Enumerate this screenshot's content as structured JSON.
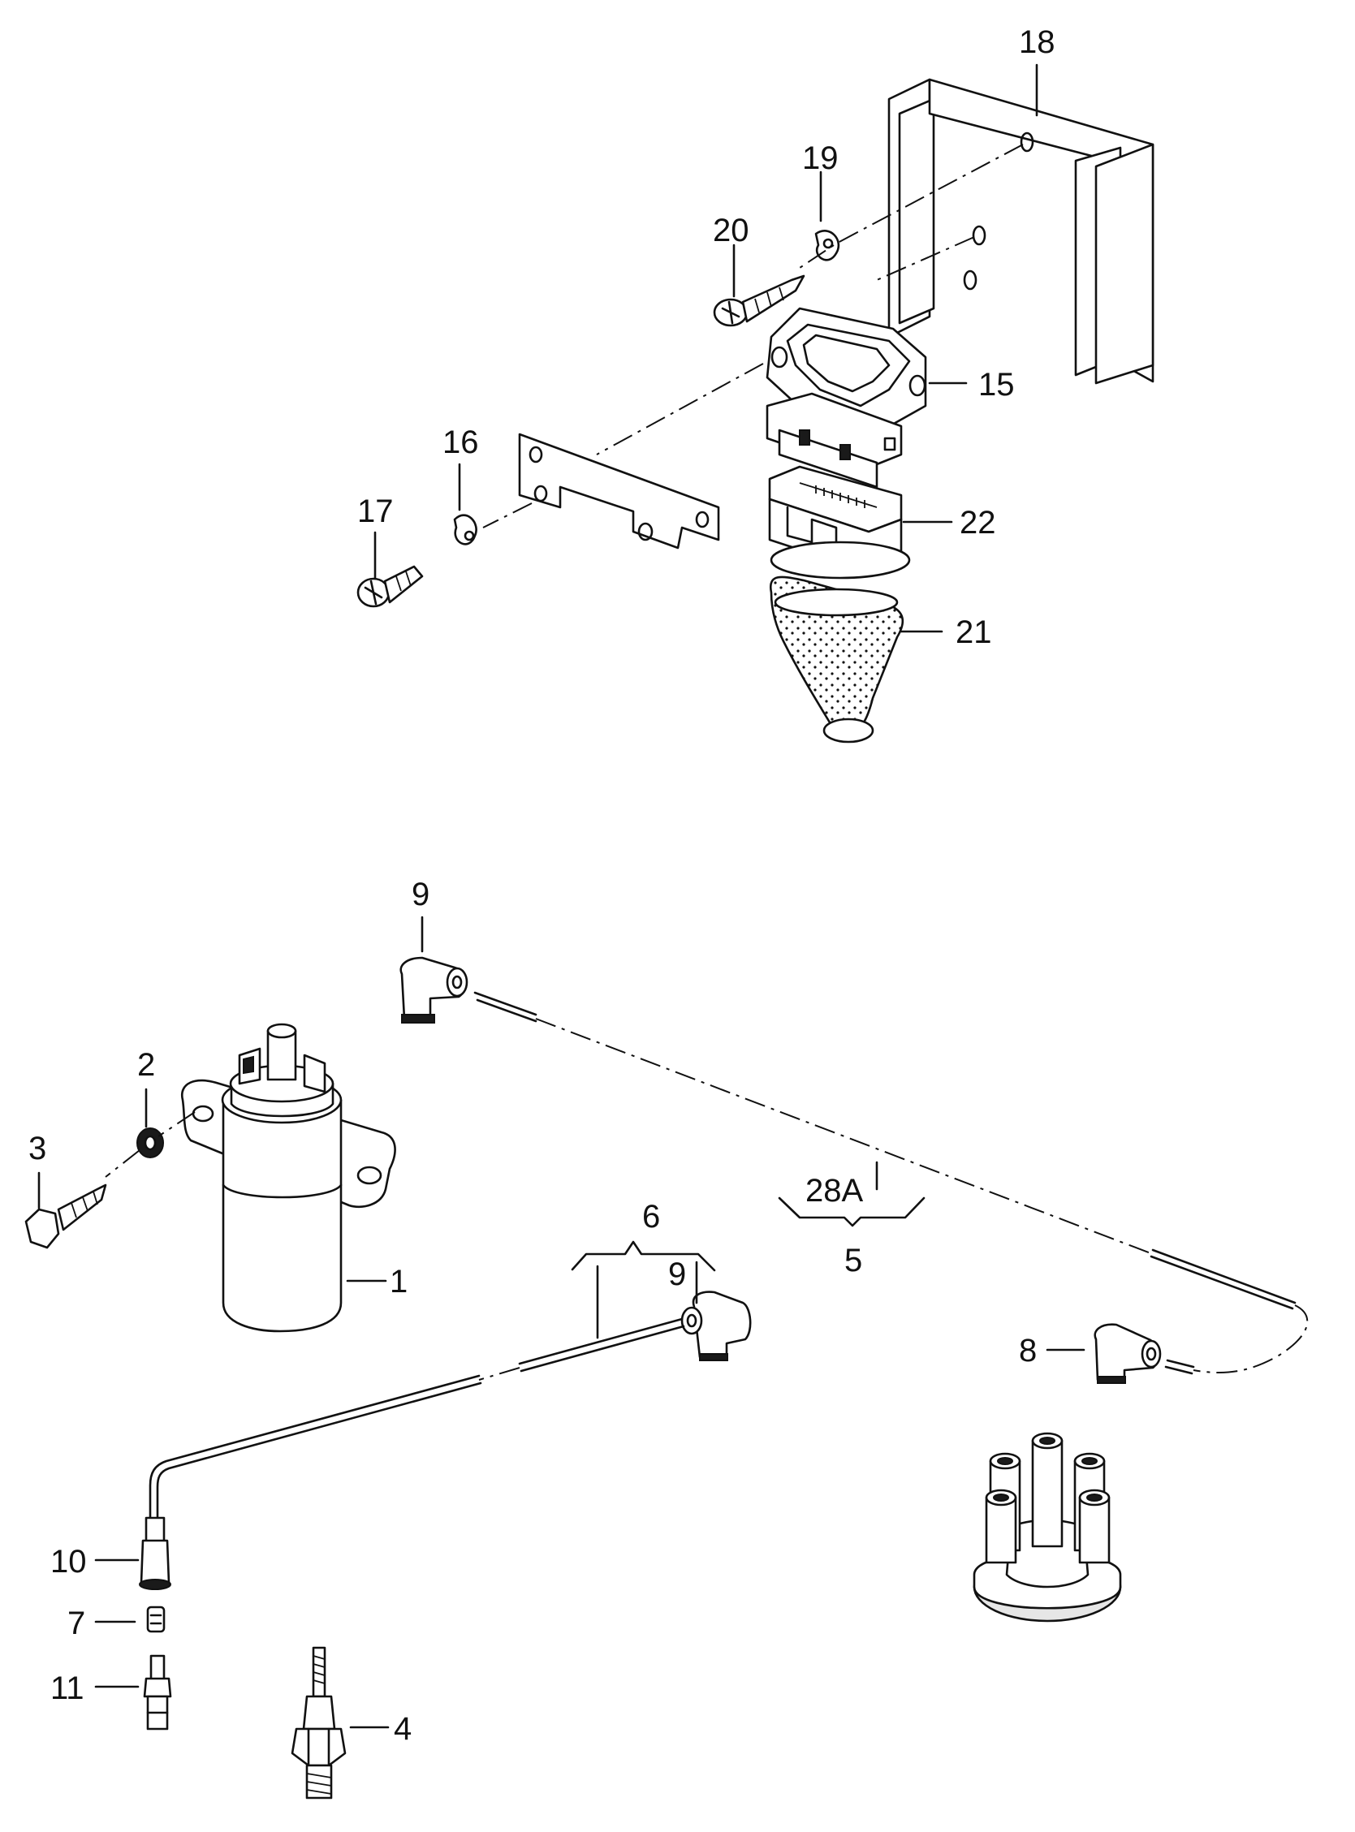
{
  "callouts": {
    "c1": "1",
    "c2": "2",
    "c3": "3",
    "c4": "4",
    "c5": "5",
    "c6": "6",
    "c7": "7",
    "c8": "8",
    "c9a": "9",
    "c9b": "9",
    "c10": "10",
    "c11": "11",
    "c15": "15",
    "c16": "16",
    "c17": "17",
    "c18": "18",
    "c19": "19",
    "c20": "20",
    "c21": "21",
    "c22": "22",
    "c28a": "28A"
  }
}
